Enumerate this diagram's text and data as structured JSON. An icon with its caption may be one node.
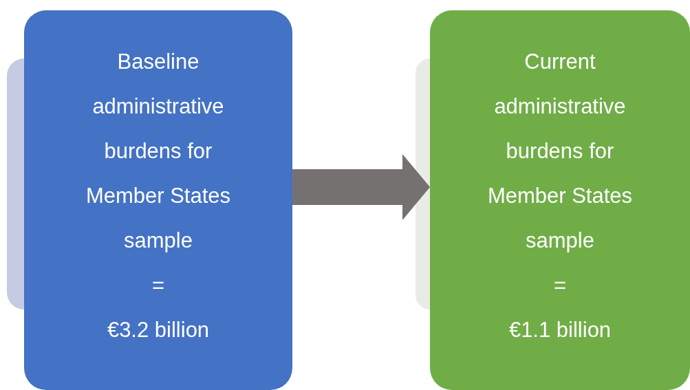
{
  "diagram": {
    "nodes": [
      {
        "text": [],
        "shape": "box"
      },
      {
        "text": [
          "Baseline administrative burdens for Member States sample",
          "=",
          "€3.2 billion"
        ]
      },
      {
        "text": [],
        "shape": "box"
      },
      {
        "text": [
          "Current administrative burdens for Member States sample",
          "=",
          "€1.1 billion"
        ]
      }
    ],
    "edges": [
      {
        "from": 1,
        "to": 3,
        "arrow": "to",
        "color": "#767171"
      }
    ]
  }
}
